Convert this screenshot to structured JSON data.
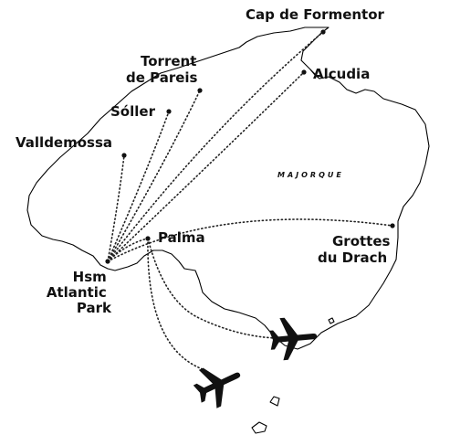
{
  "map": {
    "region_label": "MAJORQUE",
    "colors": {
      "land": "#ffffff",
      "coast": "#000000",
      "text": "#111111",
      "route": "#222222"
    },
    "places": {
      "cap_de_formentor": {
        "lines": [
          "Cap de Formentor"
        ]
      },
      "alcudia": {
        "lines": [
          "Alcudia"
        ]
      },
      "torrent_de_pareis": {
        "lines": [
          "Torrent",
          "de Pareis"
        ]
      },
      "soller": {
        "lines": [
          "Sóller"
        ]
      },
      "valldemossa": {
        "lines": [
          "Valldemossa"
        ]
      },
      "palma": {
        "lines": [
          "Palma"
        ]
      },
      "grottes_du_drach": {
        "lines": [
          "Grottes",
          "du Drach"
        ]
      },
      "hotel": {
        "lines": [
          "Hsm",
          "Atlantic",
          "Park"
        ]
      }
    },
    "icons": [
      "airplane-icon",
      "airplane-icon"
    ]
  }
}
